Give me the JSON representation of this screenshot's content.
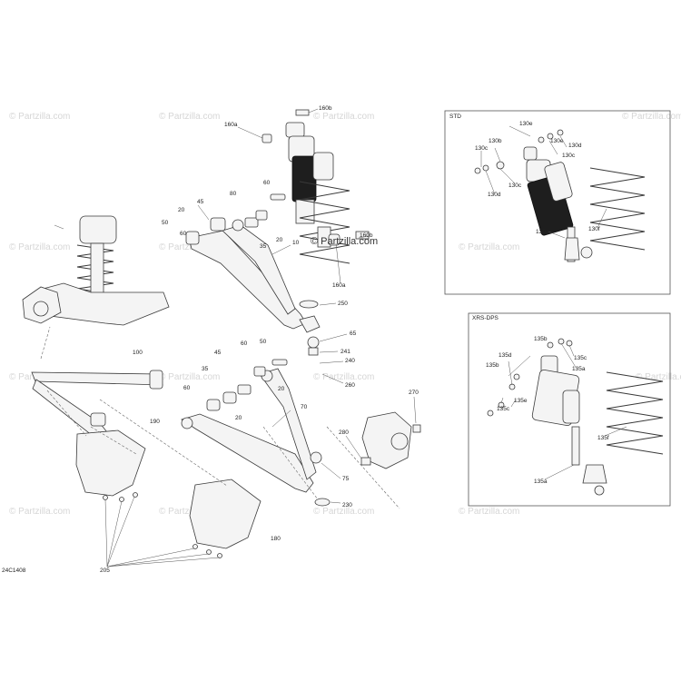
{
  "diagram": {
    "code": "24C1408",
    "watermark_main": "Partzilla.com",
    "watermark_text": "© Partzilla.com",
    "panels": {
      "std": "STD",
      "xrs": "XRS-DPS"
    },
    "labels": {
      "l160b_top": "160b",
      "l160a_top": "160a",
      "l60_up": "60",
      "l45_up": "45",
      "l20_up_a": "20",
      "l50_up": "50",
      "l35_up": "35",
      "l20_up_b": "20",
      "l160b_mid": "160b",
      "l160a_mid": "160a",
      "l10": "10",
      "l250": "250",
      "l65": "65",
      "l241": "241",
      "l240": "240",
      "l260": "260",
      "l100": "100",
      "l45_lo": "45",
      "l60_lo": "60",
      "l50_lo": "50",
      "l35_lo": "35",
      "l60_lo_b": "60",
      "l20_lo_a": "20",
      "l20_lo_b": "20",
      "l70": "70",
      "l270": "270",
      "l280": "280",
      "l75": "75",
      "l230": "230",
      "l190": "190",
      "l180": "180",
      "l205": "205",
      "l130e": "130e",
      "l130b": "130b",
      "l130c_a": "130c",
      "l130d_a": "130d",
      "l130e_b": "130e",
      "l130c_b": "130c",
      "l130d_b": "130d",
      "l130f": "130f",
      "l130a": "130a",
      "l135b_a": "135b",
      "l135c_a": "135c",
      "l135d": "135d",
      "l135b_b": "135b",
      "l135e": "135e",
      "l135a_top": "135a",
      "l135c_b": "135c",
      "l135f": "135f",
      "l135a": "135a"
    }
  }
}
